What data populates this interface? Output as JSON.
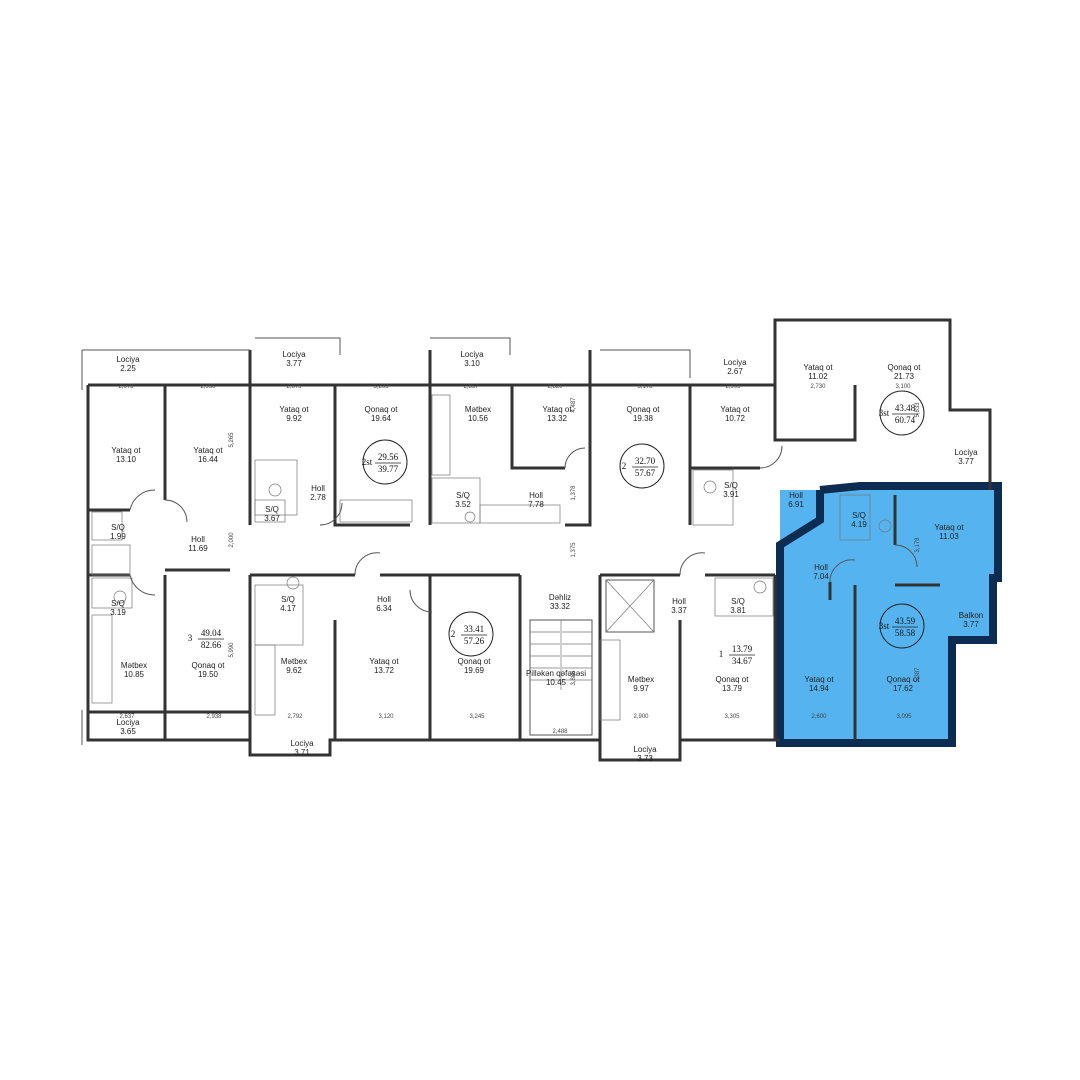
{
  "colors": {
    "highlight_fill": "#55B4F0",
    "highlight_border": "#0C2C52",
    "wall": "#333333"
  },
  "rooms": [
    {
      "id": "lociya-nw",
      "name": "Lociya",
      "area": "2.25"
    },
    {
      "id": "yataq-a1",
      "name": "Yataq ot",
      "area": "13.10"
    },
    {
      "id": "yataq-a2",
      "name": "Yataq ot",
      "area": "16.44"
    },
    {
      "id": "holl-a",
      "name": "Holl",
      "area": "11.69"
    },
    {
      "id": "sq-a1",
      "name": "S/Q",
      "area": "1.99"
    },
    {
      "id": "sq-a2",
      "name": "S/Q",
      "area": "3.19"
    },
    {
      "id": "metbex-a",
      "name": "Mətbex",
      "area": "10.85"
    },
    {
      "id": "qonaq-a",
      "name": "Qonaq ot",
      "area": "19.50"
    },
    {
      "id": "lociya-sw",
      "name": "Lociya",
      "area": "3.65"
    },
    {
      "id": "lociya-b",
      "name": "Lociya",
      "area": "3.77"
    },
    {
      "id": "yataq-b",
      "name": "Yataq ot",
      "area": "9.92"
    },
    {
      "id": "qonaq-b",
      "name": "Qonaq ot",
      "area": "19.64"
    },
    {
      "id": "holl-b",
      "name": "Holl",
      "area": "2.78"
    },
    {
      "id": "sq-b",
      "name": "S/Q",
      "area": "3.67"
    },
    {
      "id": "lociya-c",
      "name": "Lociya",
      "area": "3.10"
    },
    {
      "id": "metbex-c",
      "name": "Mətbex",
      "area": "10.56"
    },
    {
      "id": "yataq-c",
      "name": "Yataq ot",
      "area": "13.32"
    },
    {
      "id": "qonaq-c",
      "name": "Qonaq ot",
      "area": "19.38"
    },
    {
      "id": "sq-c",
      "name": "S/Q",
      "area": "3.52"
    },
    {
      "id": "holl-c",
      "name": "Holl",
      "area": "7.78"
    },
    {
      "id": "lociya-d",
      "name": "Lociya",
      "area": "2.67"
    },
    {
      "id": "yataq-d1",
      "name": "Yataq ot",
      "area": "10.72"
    },
    {
      "id": "yataq-d2",
      "name": "Yataq ot",
      "area": "11.02"
    },
    {
      "id": "qonaq-d",
      "name": "Qonaq ot",
      "area": "21.73"
    },
    {
      "id": "sq-d",
      "name": "S/Q",
      "area": "3.91"
    },
    {
      "id": "holl-d",
      "name": "Holl",
      "area": "6.91"
    },
    {
      "id": "lociya-e",
      "name": "Lociya",
      "area": "3.77"
    },
    {
      "id": "sq-e",
      "name": "S/Q",
      "area": "4.17"
    },
    {
      "id": "holl-e",
      "name": "Holl",
      "area": "6.34"
    },
    {
      "id": "metbex-e",
      "name": "Mətbex",
      "area": "9.62"
    },
    {
      "id": "yataq-e",
      "name": "Yataq ot",
      "area": "13.72"
    },
    {
      "id": "qonaq-e",
      "name": "Qonaq ot",
      "area": "19.69"
    },
    {
      "id": "lociya-e2",
      "name": "Lociya",
      "area": "3.71"
    },
    {
      "id": "dehliz",
      "name": "Dəhliz",
      "area": "33.32"
    },
    {
      "id": "pilleken",
      "name": "Pilləkən qəfəsəsi",
      "area": "10.45"
    },
    {
      "id": "holl-f",
      "name": "Holl",
      "area": "3.37"
    },
    {
      "id": "sq-f",
      "name": "S/Q",
      "area": "3.81"
    },
    {
      "id": "metbex-f",
      "name": "Mətbex",
      "area": "9.97"
    },
    {
      "id": "qonaq-f",
      "name": "Qonaq ot",
      "area": "13.79"
    },
    {
      "id": "lociya-f",
      "name": "Lociya",
      "area": "3.73"
    },
    {
      "id": "sq-g",
      "name": "S/Q",
      "area": "4.19"
    },
    {
      "id": "yataq-g1",
      "name": "Yataq ot",
      "area": "11.03"
    },
    {
      "id": "holl-g",
      "name": "Holl",
      "area": "7.04"
    },
    {
      "id": "balkon-g",
      "name": "Balkon",
      "area": "3.77"
    },
    {
      "id": "yataq-g2",
      "name": "Yataq ot",
      "area": "14.94"
    },
    {
      "id": "qonaq-g",
      "name": "Qonaq ot",
      "area": "17.62"
    }
  ],
  "units": [
    {
      "id": "unit-a",
      "type": "3",
      "living": "49.04",
      "total": "82.66"
    },
    {
      "id": "unit-b",
      "type": "2st",
      "living": "29.56",
      "total": "39.77"
    },
    {
      "id": "unit-c",
      "type": "2",
      "living": "32.70",
      "total": "57.67"
    },
    {
      "id": "unit-d",
      "type": "3st",
      "living": "43.48",
      "total": "60.74"
    },
    {
      "id": "unit-e",
      "type": "2",
      "living": "33.41",
      "total": "57.26"
    },
    {
      "id": "unit-f",
      "type": "1",
      "living": "13.79",
      "total": "34.67"
    },
    {
      "id": "unit-g",
      "type": "3st",
      "living": "43.59",
      "total": "58.58"
    }
  ],
  "dimensions": [
    {
      "id": "d1",
      "text": "2,673"
    },
    {
      "id": "d2",
      "text": "2,950"
    },
    {
      "id": "d3",
      "text": "2,875"
    },
    {
      "id": "d4",
      "text": "3,203"
    },
    {
      "id": "d5",
      "text": "2,857"
    },
    {
      "id": "d6",
      "text": "2,820"
    },
    {
      "id": "d7",
      "text": "3,178"
    },
    {
      "id": "d8",
      "text": "2,905"
    },
    {
      "id": "d9",
      "text": "2,730"
    },
    {
      "id": "d10",
      "text": "3,100"
    },
    {
      "id": "d11",
      "text": "2,637"
    },
    {
      "id": "d12",
      "text": "2,938"
    },
    {
      "id": "d13",
      "text": "2,792"
    },
    {
      "id": "d14",
      "text": "3,120"
    },
    {
      "id": "d15",
      "text": "3,245"
    },
    {
      "id": "d16",
      "text": "2,488"
    },
    {
      "id": "d17",
      "text": "2,900"
    },
    {
      "id": "d18",
      "text": "3,305"
    },
    {
      "id": "d19",
      "text": "2,600"
    },
    {
      "id": "d20",
      "text": "3,095"
    },
    {
      "id": "d21",
      "text": "5,265"
    },
    {
      "id": "d22",
      "text": "2,000"
    },
    {
      "id": "d23",
      "text": "5,990"
    },
    {
      "id": "d24",
      "text": "4,487"
    },
    {
      "id": "d25",
      "text": "1,378"
    },
    {
      "id": "d26",
      "text": "1,375"
    },
    {
      "id": "d27",
      "text": "5,833"
    },
    {
      "id": "d28",
      "text": "3,178"
    },
    {
      "id": "d29",
      "text": "5,387"
    },
    {
      "id": "d30",
      "text": "3,886"
    }
  ]
}
